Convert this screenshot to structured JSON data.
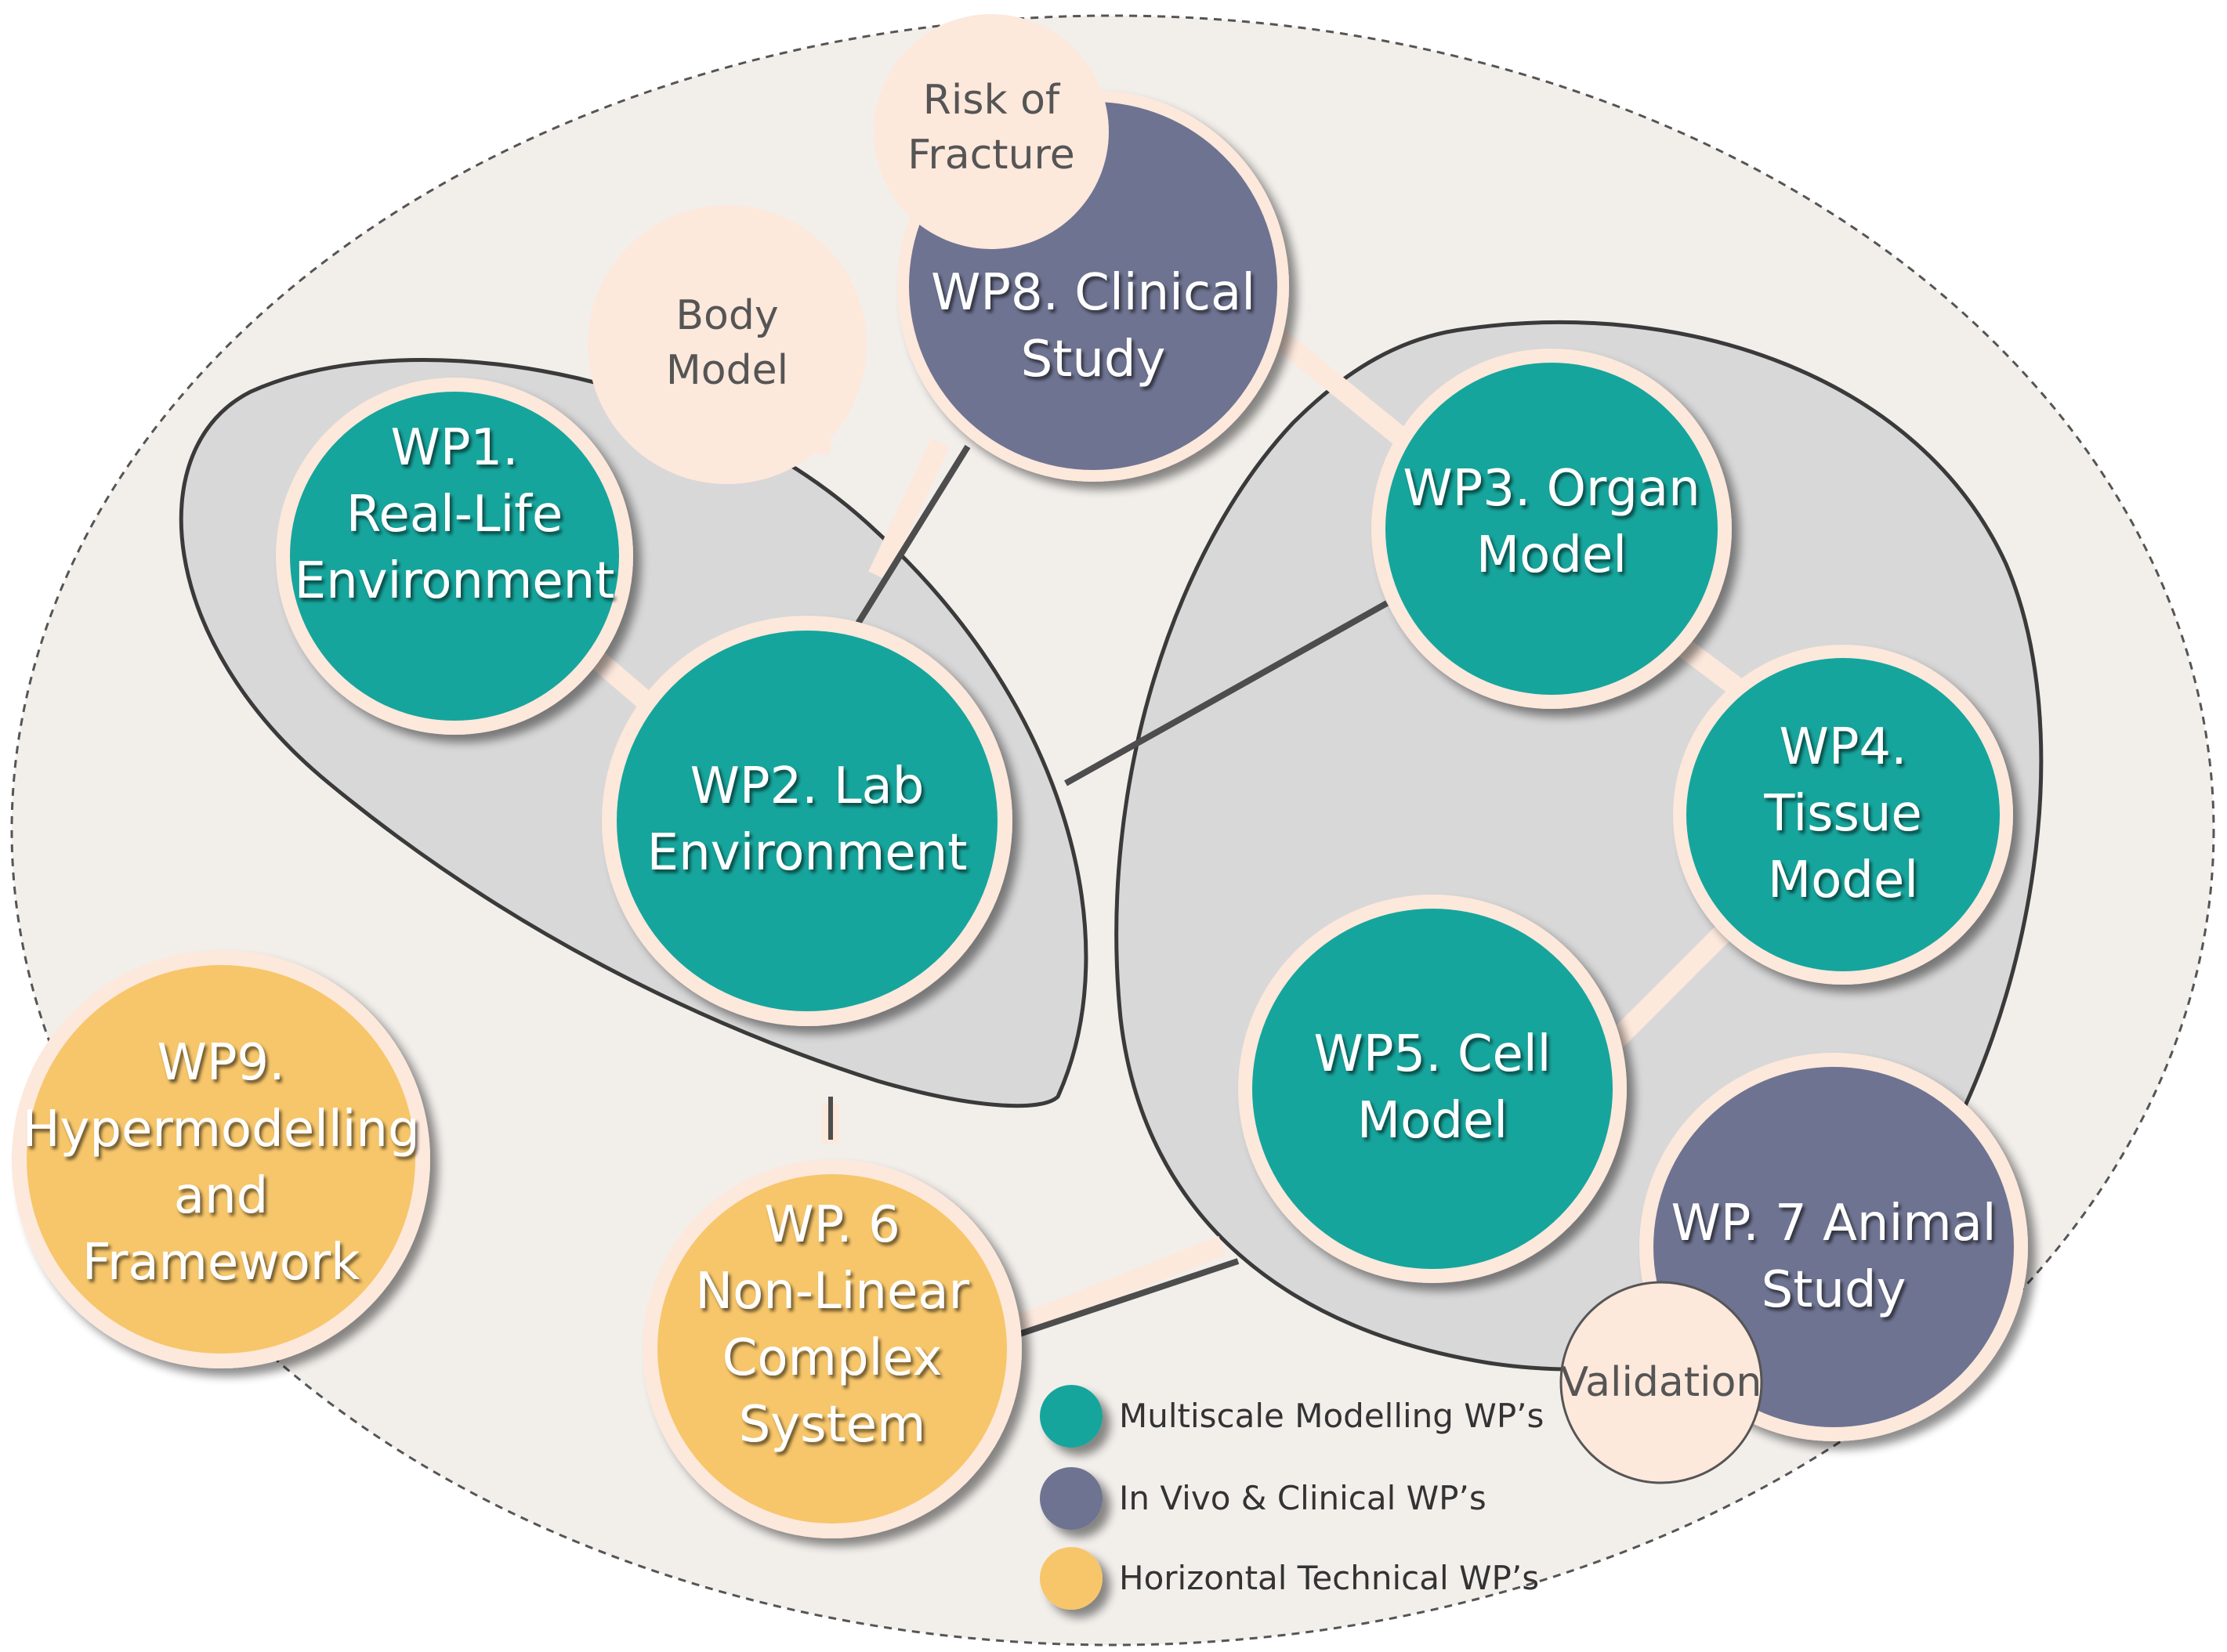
{
  "nodes": {
    "wp1": [
      "WP1.",
      "Real-Life",
      "Environment"
    ],
    "wp2": [
      "WP2. Lab",
      "Environment"
    ],
    "wp3": [
      "WP3. Organ",
      "Model"
    ],
    "wp4": [
      "WP4.",
      "Tissue",
      "Model"
    ],
    "wp5": [
      "WP5. Cell",
      "Model"
    ],
    "wp6": [
      "WP. 6",
      "Non-Linear",
      "Complex",
      "System"
    ],
    "wp7": [
      "WP. 7 Animal",
      "Study"
    ],
    "wp8": [
      "WP8. Clinical",
      "Study"
    ],
    "wp9": [
      "WP9.",
      "Hypermodelling",
      "and",
      "Framework"
    ],
    "body_model": [
      "Body",
      "Model"
    ],
    "risk_of_fracture": [
      "Risk of",
      "Fracture"
    ],
    "validation": [
      "Validation"
    ]
  },
  "legend": {
    "items": [
      {
        "label": "Multiscale Modelling WP’s",
        "color": "#17a59c"
      },
      {
        "label": "In Vivo & Clinical WP’s",
        "color": "#6e7391"
      },
      {
        "label": "Horizontal Technical WP’s",
        "color": "#f7c66a"
      }
    ]
  },
  "colors": {
    "teal": "#17a59c",
    "slate": "#6e7391",
    "gold": "#f7c66a",
    "peach": "#fde8dc",
    "ellipse_bg": "#f2efeb",
    "group_gray": "#d8d8d8",
    "connector_dark": "#4d4d4d"
  }
}
